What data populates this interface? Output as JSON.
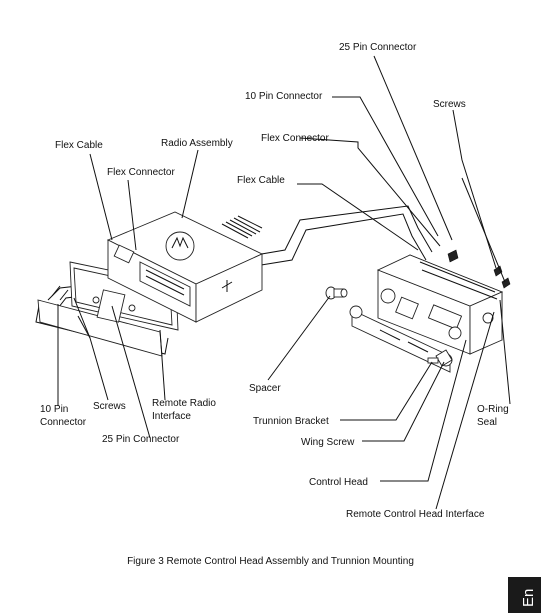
{
  "labels": {
    "pin25_top": "25 Pin Connector",
    "pin10_top": "10 Pin Connector",
    "screws_top": "Screws",
    "flex_connector_right": "Flex Connector",
    "flex_cable_right": "Flex Cable",
    "flex_cable_left": "Flex Cable",
    "radio_assembly": "Radio Assembly",
    "flex_connector_left": "Flex Connector",
    "pin10_bottom_line1": "10 Pin",
    "pin10_bottom_line2": "Connector",
    "screws_bottom": "Screws",
    "remote_radio_interface_line1": "Remote Radio",
    "remote_radio_interface_line2": "Interface",
    "pin25_bottom": "25 Pin  Connector",
    "spacer": "Spacer",
    "trunnion_bracket": "Trunnion Bracket",
    "wing_screw": "Wing Screw",
    "control_head": "Control Head",
    "remote_control_head_interface": "Remote Control Head Interface",
    "oring_line1": "O-Ring",
    "oring_line2": "Seal"
  },
  "caption": "Figure 3  Remote Control Head Assembly and Trunnion Mounting",
  "page_tab": "En"
}
